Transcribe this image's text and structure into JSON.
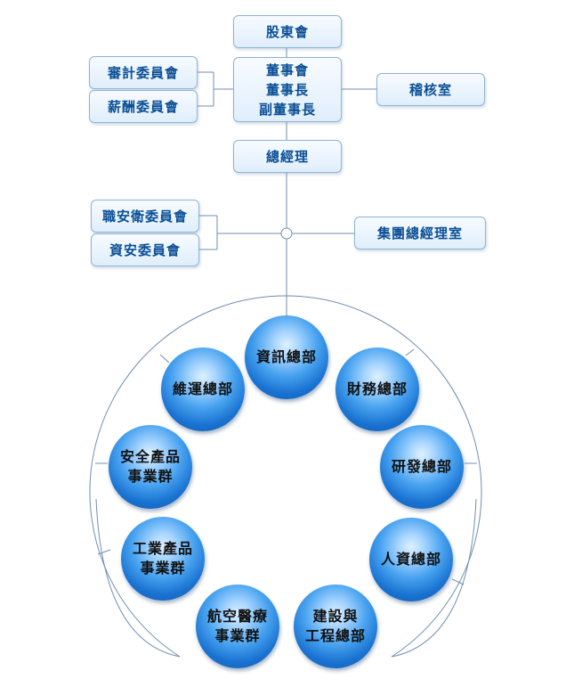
{
  "top": {
    "shareholders": "股東會",
    "board": [
      "董事會",
      "董事長",
      "副董事長"
    ],
    "audit_committee": "審計委員會",
    "compensation_committee": "薪酬委員會",
    "audit_office": "稽核室",
    "president": "總經理",
    "safety_committee": "職安衛委員會",
    "infosec_committee": "資安委員會",
    "group_president_office": "集團總經理室"
  },
  "departments": [
    {
      "line1": "資訊總部",
      "line2": ""
    },
    {
      "line1": "財務總部",
      "line2": ""
    },
    {
      "line1": "研發總部",
      "line2": ""
    },
    {
      "line1": "人資總部",
      "line2": ""
    },
    {
      "line1": "建設與",
      "line2": "工程總部"
    },
    {
      "line1": "航空醫療",
      "line2": "事業群"
    },
    {
      "line1": "工業產品",
      "line2": "事業群"
    },
    {
      "line1": "安全產品",
      "line2": "事業群"
    },
    {
      "line1": "維運總部",
      "line2": ""
    }
  ],
  "colors": {
    "box_text": "#0b4f95",
    "connector": "#6f8fb0",
    "circle": "#1a73d1"
  }
}
